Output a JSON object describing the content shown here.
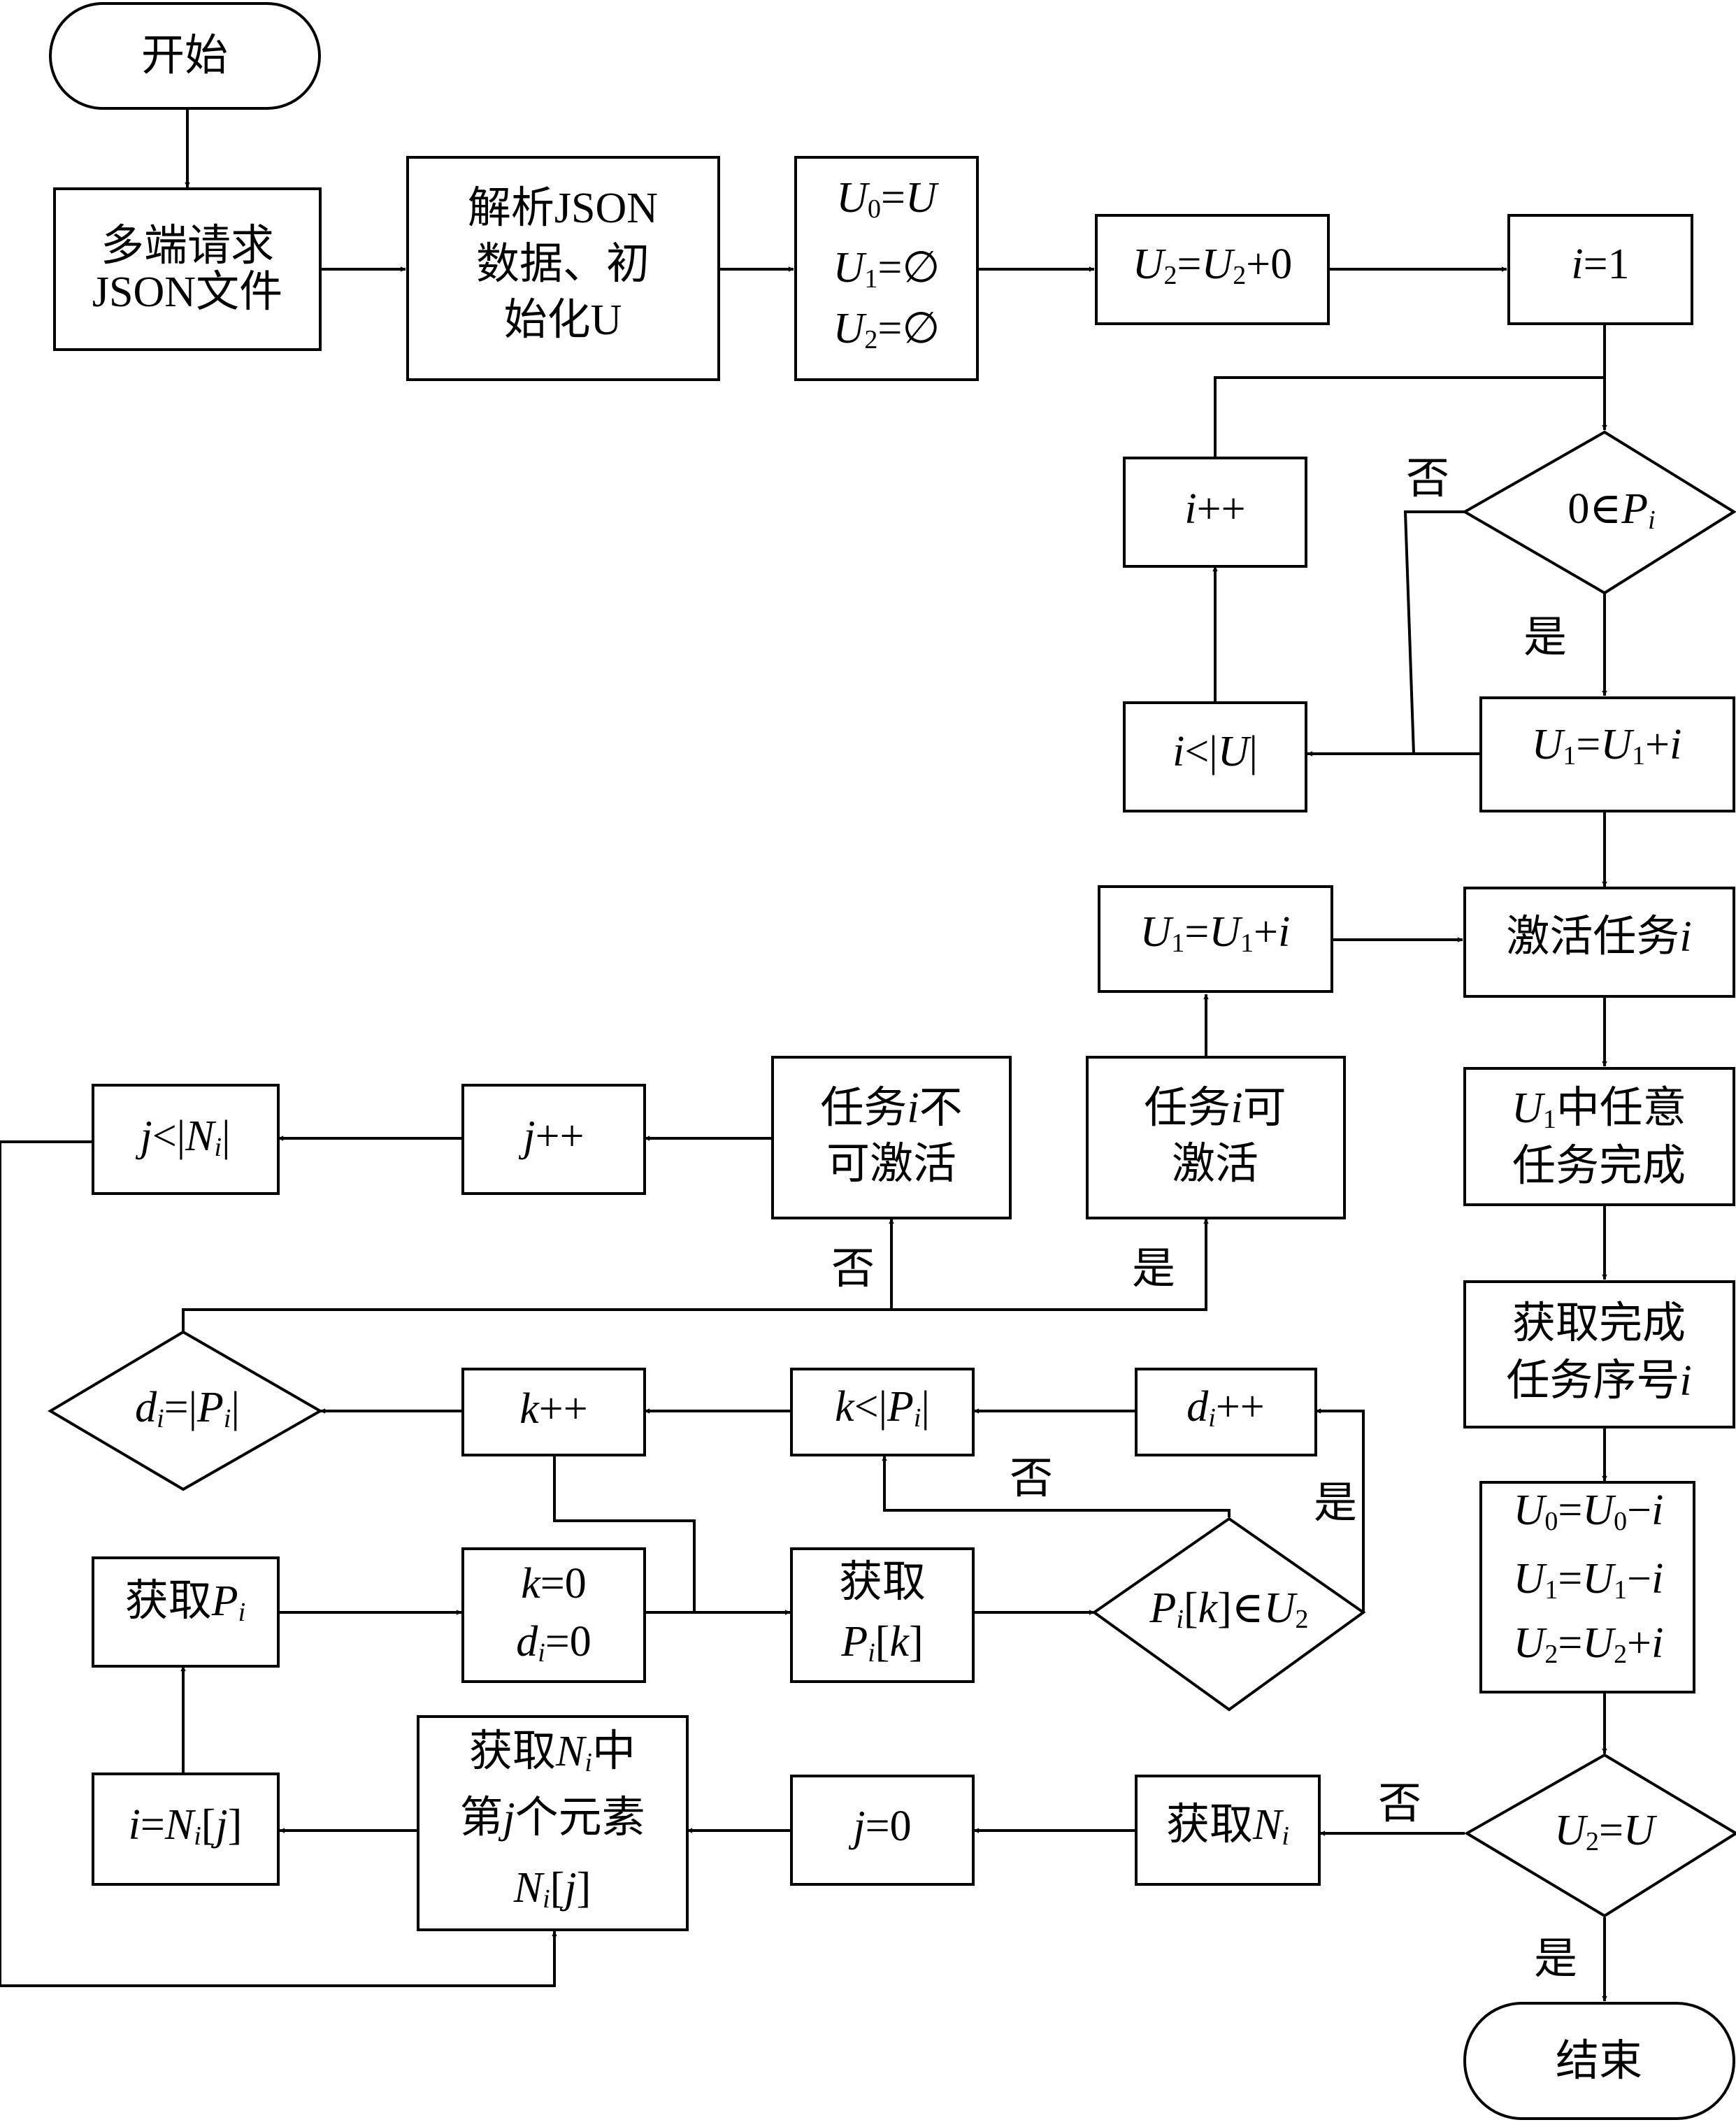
{
  "nodes": {
    "start": "开始",
    "request": [
      "多端请求",
      "JSON文件"
    ],
    "parse": [
      "解析JSON",
      "数据、初",
      "始化U"
    ],
    "init_sets": [
      "U0=U",
      "U1=∅",
      "U2=∅"
    ],
    "u2_init": "U2=U2+0",
    "i_init": "i=1",
    "check_p": "0∈Pi",
    "i_inc": "i++",
    "i_less_u": "i<|U|",
    "u1_add_top": "U1=U1+i",
    "activate": "激活任务i",
    "u1_add_mid": "U1=U1+i",
    "any_done": [
      "U1中任意",
      "任务完成"
    ],
    "get_done": [
      "获取完成",
      "任务序号i"
    ],
    "update_sets": [
      "U0=U0−i",
      "U1=U1−i",
      "U2=U2+i"
    ],
    "check_u2": "U2=U",
    "end": "结束",
    "get_ni": "获取Ni",
    "j_zero": "j=0",
    "get_nij": [
      "获取Ni中",
      "第j个元素",
      "Ni[j]"
    ],
    "i_eq_nij": "i=Ni[j]",
    "get_pi": "获取Pi",
    "k_d_zero": [
      "k=0",
      "di=0"
    ],
    "get_pik": [
      "获取",
      "Pi[k]"
    ],
    "check_pik": "Pi[k]∈U2",
    "d_inc": "di++",
    "k_less_p": "k<|Pi|",
    "k_inc": "k++",
    "check_d": "di=|Pi|",
    "can_activate": [
      "任务i可",
      "激活"
    ],
    "cannot_activate": [
      "任务i不",
      "可激活"
    ],
    "j_inc": "j++",
    "j_less_n": "j<|Ni|"
  },
  "labels": {
    "no": "否",
    "yes": "是"
  }
}
